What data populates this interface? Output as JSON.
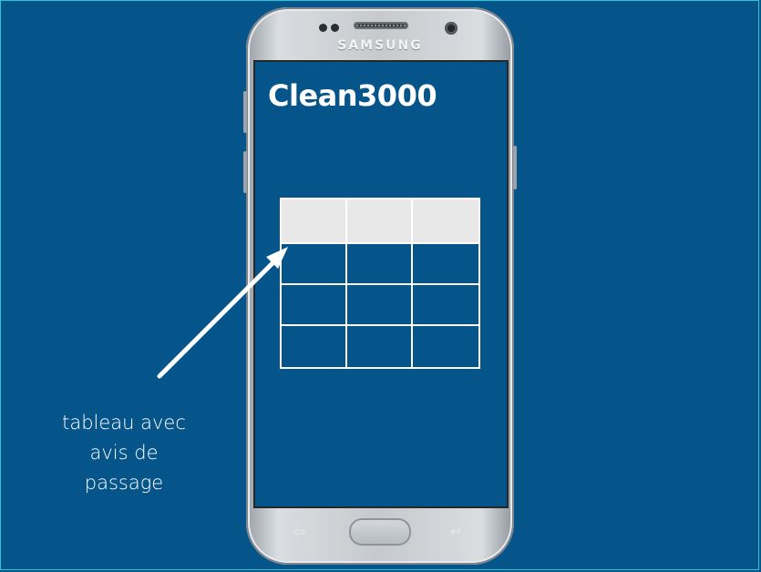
{
  "phone": {
    "brand_label": "SAMSUNG"
  },
  "app": {
    "title": "Clean3000"
  },
  "table": {
    "columns": 3,
    "rows": 4,
    "header_color": "#e8e8e8",
    "border_color": "#ffffff"
  },
  "annotation": {
    "line1": "tableau avec",
    "line2": "avis de",
    "line3": "passage"
  },
  "colors": {
    "background": "#06558a",
    "frame_border": "#2bc4d6",
    "text": "#ffffff"
  }
}
